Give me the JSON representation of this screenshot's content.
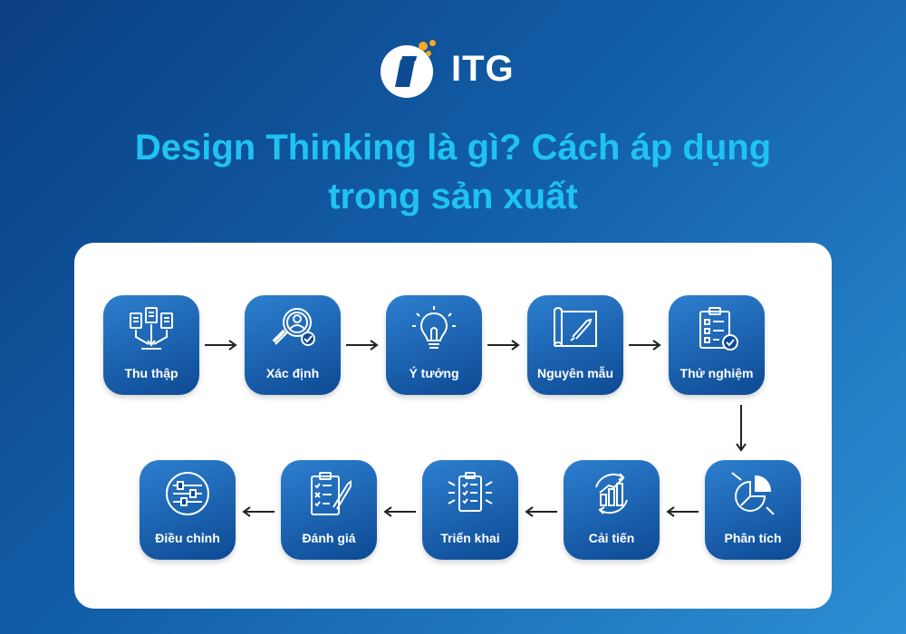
{
  "brand": {
    "name": "ITG"
  },
  "title": {
    "line1": "Design Thinking là gì? Cách áp dụng",
    "line2": "trong sản xuất"
  },
  "steps": [
    {
      "label": "Thu thập",
      "icon": "documents-download-icon"
    },
    {
      "label": "Xác định",
      "icon": "magnifier-person-icon"
    },
    {
      "label": "Ý tưởng",
      "icon": "lightbulb-icon"
    },
    {
      "label": "Nguyên mẫu",
      "icon": "blueprint-pencil-icon"
    },
    {
      "label": "Thử nghiệm",
      "icon": "clipboard-check-icon"
    },
    {
      "label": "Phân tích",
      "icon": "pie-chart-icon"
    },
    {
      "label": "Cải tiến",
      "icon": "growth-cycle-icon"
    },
    {
      "label": "Triển khai",
      "icon": "checklist-expand-icon"
    },
    {
      "label": "Đánh giá",
      "icon": "checklist-pencil-icon"
    },
    {
      "label": "Điều chỉnh",
      "icon": "sliders-icon"
    }
  ],
  "colors": {
    "title": "#1fc3f2",
    "step_bg": "#1a5fa8",
    "arrow": "#222222",
    "accent_dot": "#f7a928"
  }
}
